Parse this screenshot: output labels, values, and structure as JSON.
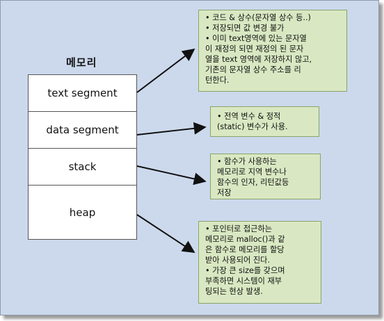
{
  "title": "메모리",
  "segments": [
    {
      "label": "text segment"
    },
    {
      "label": "data segment"
    },
    {
      "label": "stack"
    },
    {
      "label": "heap"
    }
  ],
  "notes": [
    {
      "lines": [
        "• 코드 & 상수(문자열 상수 등..)",
        "• 저장되면 값 변경 불가",
        "• 이미 text영역에 있는 문자열",
        "이 재정의 되면 재정의 된 문자",
        "열을 text 영역에 저장하지 않고,",
        "기존의 문자열 상수 주소를 리",
        "턴한다."
      ]
    },
    {
      "lines": [
        "• 전역 변수 & 정적",
        "(static) 변수가 사용."
      ]
    },
    {
      "lines": [
        "• 함수가 사용하는",
        "메모리로 지역 변수나",
        "함수의 인자, 리턴값등",
        "저장"
      ]
    },
    {
      "lines": [
        "• 포인터로 접근하는",
        "메모리로 malloc()과 같",
        "은 함수로 메모리를 할당",
        "받아 사용되어 진다.",
        "• 가장 큰 size를 갖으며",
        "부족하면 시스템이 재부",
        "팅되는 현상 발생."
      ]
    }
  ],
  "colors": {
    "background": "#ccd9ec",
    "note_fill": "#d9e8c2",
    "note_border": "#8aa46a"
  }
}
